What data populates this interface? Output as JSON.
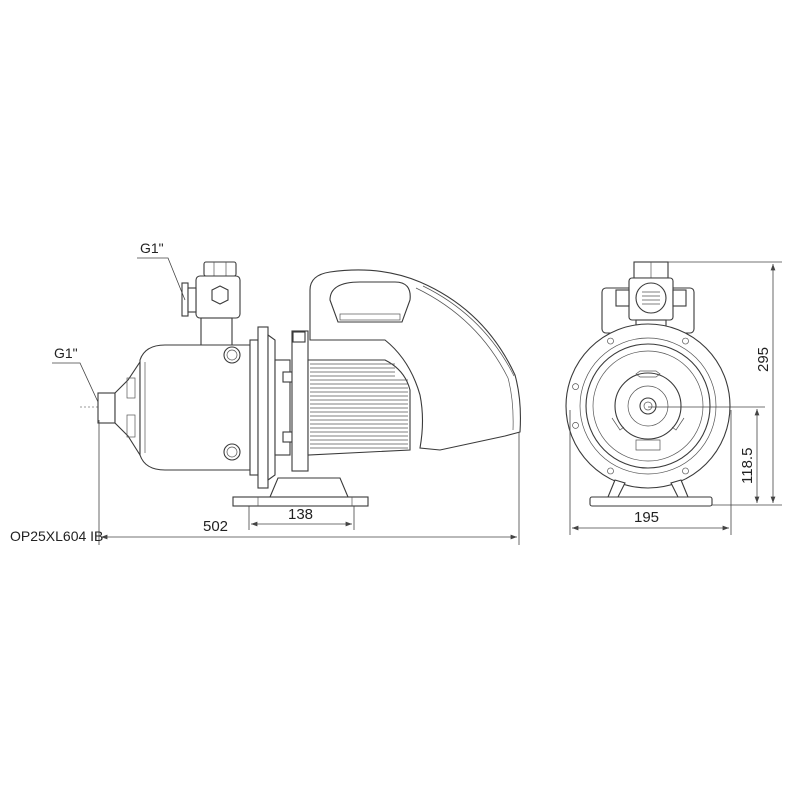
{
  "model": "OP25XL604 IB",
  "side_view": {
    "outlet_label": "G1\"",
    "inlet_label": "G1\"",
    "overall_length": "502",
    "base_length": "138"
  },
  "front_view": {
    "width": "195",
    "height": "295",
    "axis_height": "118.5"
  }
}
